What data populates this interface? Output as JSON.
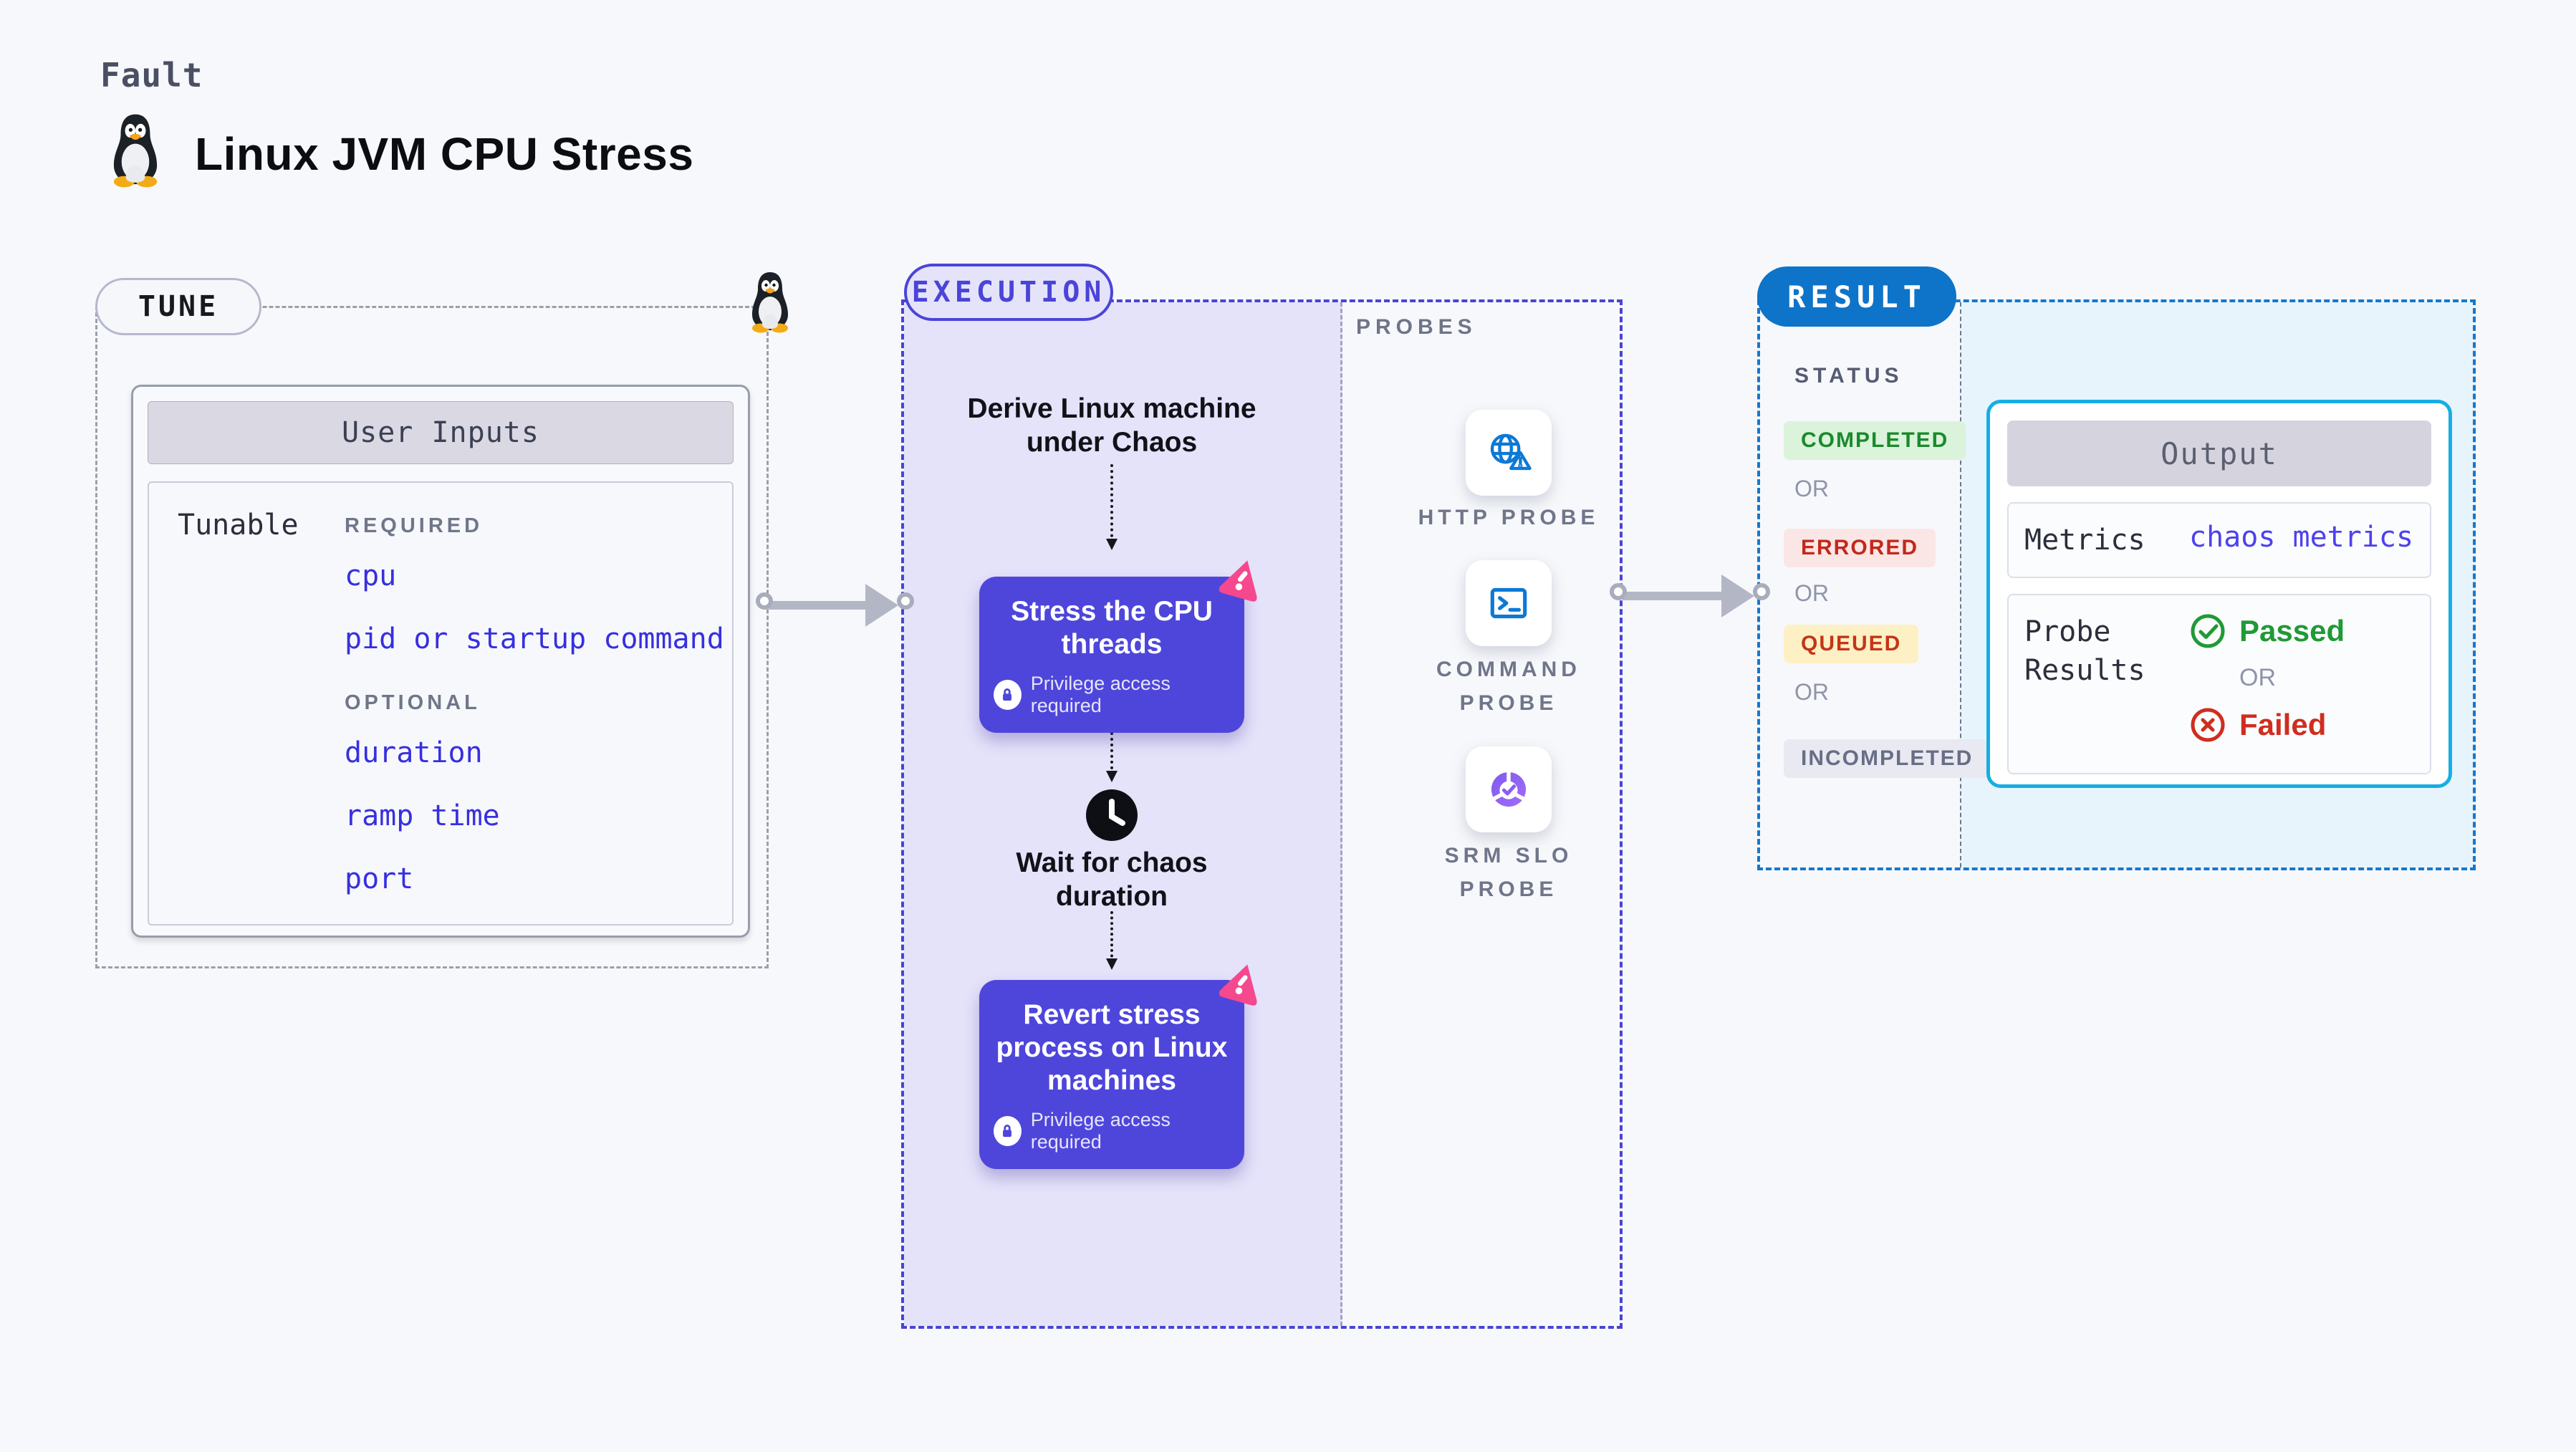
{
  "page": {
    "fault_label": "Fault",
    "title": "Linux JVM CPU Stress"
  },
  "tune": {
    "badge": "TUNE",
    "user_inputs": {
      "title": "User Inputs",
      "row_label": "Tunable",
      "required_label": "REQUIRED",
      "required": [
        "cpu",
        "pid or startup command"
      ],
      "optional_label": "OPTIONAL",
      "optional": [
        "duration",
        "ramp time",
        "port"
      ]
    }
  },
  "execution": {
    "badge": "EXECUTION",
    "derive": "Derive Linux machine under Chaos",
    "stress_title": "Stress the CPU threads",
    "privilege": "Privilege access required",
    "wait": "Wait for chaos duration",
    "revert_title": "Revert stress process on Linux machines"
  },
  "probes": {
    "label": "PROBES",
    "items": [
      {
        "label": "HTTP PROBE",
        "icon": "globe-alert-icon"
      },
      {
        "label": "COMMAND PROBE",
        "icon": "terminal-icon"
      },
      {
        "label": "SRM SLO PROBE",
        "icon": "slo-donut-check-icon"
      }
    ]
  },
  "result": {
    "badge": "RESULT",
    "status_label": "STATUS",
    "or_label": "OR",
    "statuses": [
      {
        "label": "COMPLETED",
        "bg": "#dbf3db",
        "fg": "#1b8a2c"
      },
      {
        "label": "ERRORED",
        "bg": "#fbe6e6",
        "fg": "#c3281b"
      },
      {
        "label": "QUEUED",
        "bg": "#fdf0c4",
        "fg": "#c43517"
      },
      {
        "label": "INCOMPLETED",
        "bg": "#e9e9f1",
        "fg": "#686e86"
      }
    ],
    "output": {
      "title": "Output",
      "metrics_label": "Metrics",
      "metrics_value": "chaos metrics",
      "probe_results_label": "Probe Results",
      "passed": "Passed",
      "failed": "Failed"
    }
  },
  "colors": {
    "accent_indigo": "#4b44d8",
    "step_card_indigo": "#4e46db",
    "execution_panel": "#e5e3fa",
    "result_badge_blue": "#0d74c9",
    "output_border_cyan": "#16aee3",
    "result_panel_cyan": "#e7f4fb",
    "tunable_link_blue": "#372fdf",
    "probe_icon_blue": "#0c79d6",
    "chaos_icon_pink": "#f5488f",
    "passed_green": "#1f9a35",
    "failed_red": "#d02d1e",
    "arrow_gray": "#b3b7c5"
  }
}
